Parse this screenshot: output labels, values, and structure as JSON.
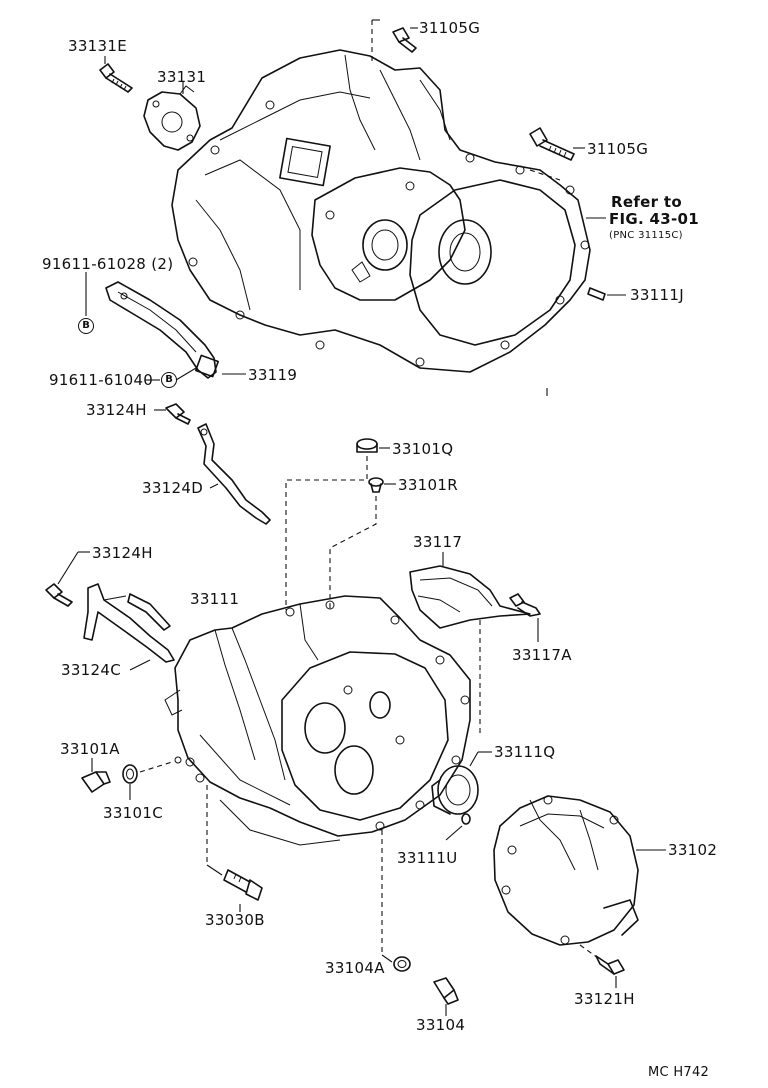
{
  "labels": {
    "p33131E": "33131E",
    "p33131": "33131",
    "p31105G_top": "31105G",
    "p31105G_mid": "31105G",
    "refer_to": "Refer to",
    "fig_ref": "FIG. 43-01",
    "pnc_ref": "(PNC 31115C)",
    "p91611_61028": "91611-61028 (2)",
    "p33111J": "33111J",
    "p91611_61040": "91611-61040",
    "p33119": "33119",
    "p33124H_top": "33124H",
    "p33101Q": "33101Q",
    "p33124D": "33124D",
    "p33101R": "33101R",
    "p33124H_mid": "33124H",
    "p33117": "33117",
    "p33111": "33111",
    "p33117A": "33117A",
    "p33124C": "33124C",
    "p33101A": "33101A",
    "p33111Q": "33111Q",
    "p33101C": "33101C",
    "p33102": "33102",
    "p33111U": "33111U",
    "p33030B": "33030B",
    "p33104A": "33104A",
    "p33104": "33104",
    "p33121H": "33121H",
    "footer_code": "MC  H742",
    "badge_b": "B"
  }
}
